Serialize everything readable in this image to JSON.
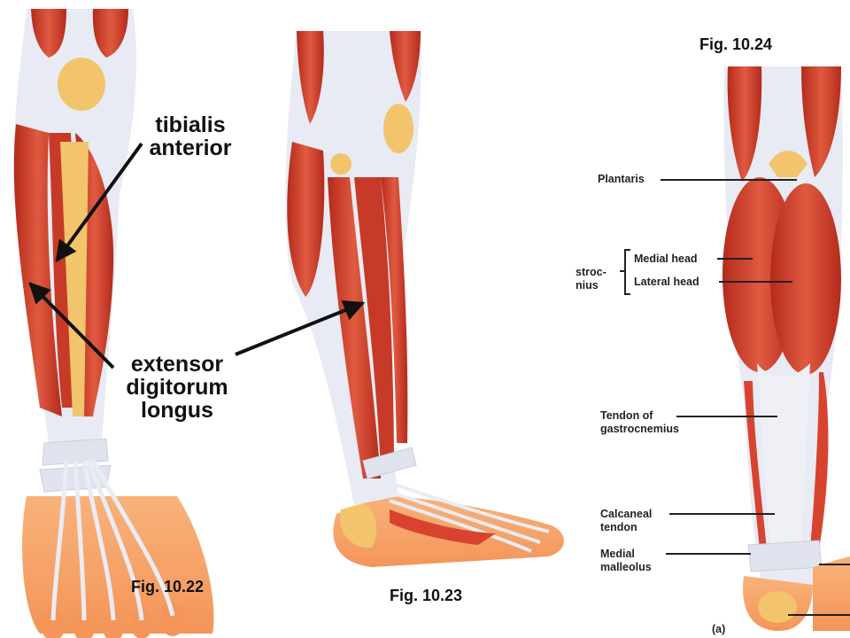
{
  "labels": {
    "tibialis_line1": "tibialis",
    "tibialis_line2": "anterior",
    "extensor_line1": "extensor",
    "extensor_line2": "digitorum",
    "extensor_line3": "longus"
  },
  "figures": {
    "fig22": "Fig. 10.22",
    "fig23": "Fig. 10.23",
    "fig24": "Fig. 10.24"
  },
  "posterior_labels": {
    "plantaris": "Plantaris",
    "medial_head": "Medial head",
    "lateral_head": "Lateral head",
    "gastroc_partial_1": "stroc-",
    "gastroc_partial_2": "nius",
    "tendon_gastroc_1": "Tendon of",
    "tendon_gastroc_2": "gastrocnemius",
    "calcaneal_1": "Calcaneal",
    "calcaneal_2": "tendon",
    "medial_malleolus_1": "Medial",
    "medial_malleolus_2": "malleolus",
    "panel_letter": "(a)"
  },
  "colors": {
    "muscle": "#d8432f",
    "muscle_dark": "#b52a1c",
    "tendon": "#e9ecf4",
    "bone": "#f2c46c",
    "skin": "#f6a36a"
  }
}
